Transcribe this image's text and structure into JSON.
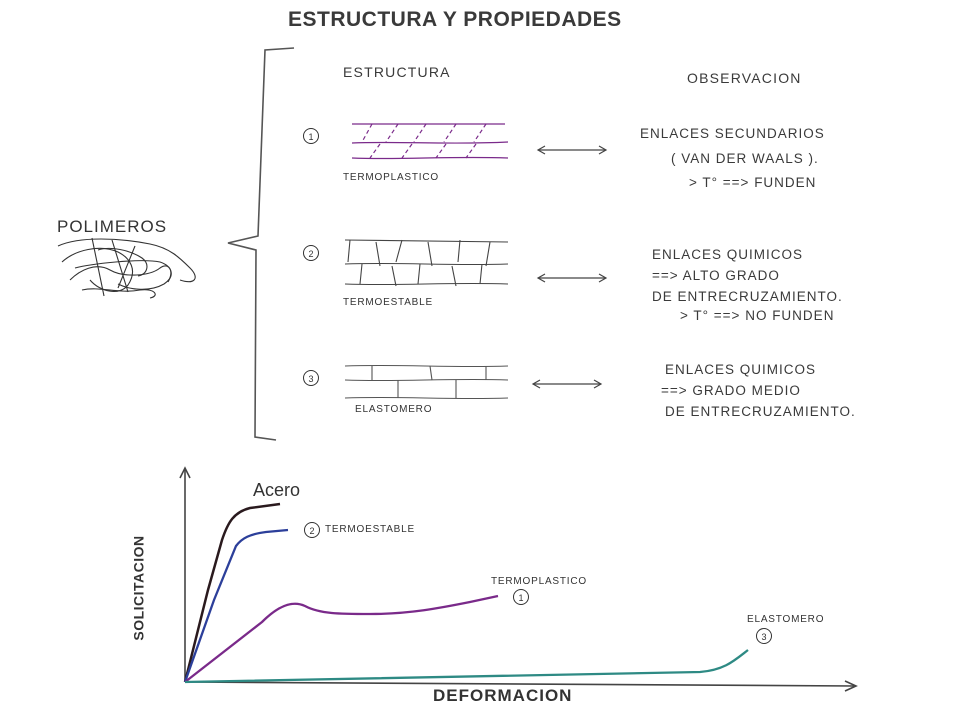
{
  "title": "ESTRUCTURA Y PROPIEDADES",
  "headers": {
    "estructura": "ESTRUCTURA",
    "observacion": "OBSERVACION"
  },
  "polimeros": "POLIMEROS",
  "rows": [
    {
      "num": "1",
      "label": "TERMOPLASTICO",
      "obs": [
        "ENLACES SECUNDARIOS",
        "( VAN DER WAALS ).",
        "> T° ==> FUNDEN"
      ]
    },
    {
      "num": "2",
      "label": "TERMOESTABLE",
      "obs": [
        "ENLACES QUIMICOS",
        "==> ALTO GRADO",
        "DE ENTRECRUZAMIENTO.",
        "> T° ==> NO FUNDEN"
      ]
    },
    {
      "num": "3",
      "label": "ELASTOMERO",
      "obs": [
        "ENLACES QUIMICOS",
        "==> GRADO MEDIO",
        "DE ENTRECRUZAMIENTO."
      ]
    }
  ],
  "graph": {
    "x_label": "DEFORMACION",
    "y_label": "SOLICITACION",
    "curves": [
      {
        "name": "Acero",
        "color": "#2a1a1e"
      },
      {
        "name": "TERMOESTABLE",
        "num": "2",
        "color": "#2c3f9a"
      },
      {
        "name": "TERMOPLASTICO",
        "num": "1",
        "color": "#7a2a8a"
      },
      {
        "name": "ELASTOMERO",
        "num": "3",
        "color": "#2e8a84"
      }
    ]
  }
}
